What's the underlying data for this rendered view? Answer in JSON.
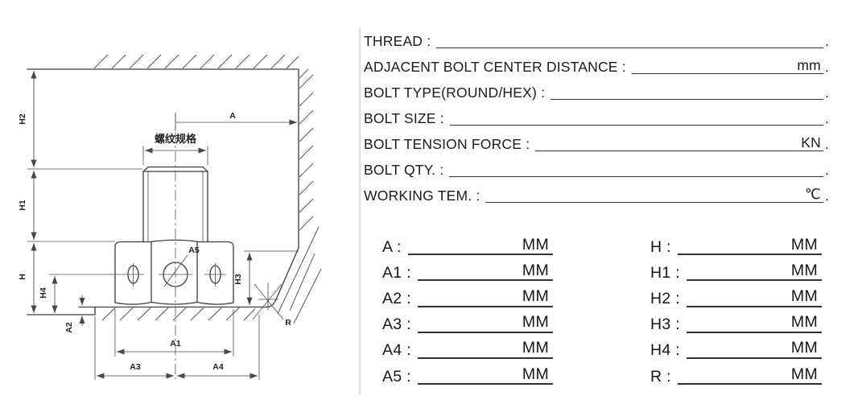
{
  "drawing": {
    "labels": {
      "h2": "H2",
      "h1": "H1",
      "h": "H",
      "h4": "H4",
      "a2": "A2",
      "a": "A",
      "thread_spec": "螺纹规格",
      "a5": "A5",
      "h3": "H3",
      "r": "R",
      "a1": "A1",
      "a3": "A3",
      "a4": "A4"
    }
  },
  "form": {
    "rows": [
      {
        "label": "THREAD :",
        "unit": "",
        "suffix": "."
      },
      {
        "label": "ADJACENT BOLT CENTER DISTANCE :",
        "unit": "mm",
        "suffix": "."
      },
      {
        "label": "BOLT TYPE(ROUND/HEX) :",
        "unit": "",
        "suffix": "."
      },
      {
        "label": "BOLT SIZE :",
        "unit": "",
        "suffix": "."
      },
      {
        "label": "BOLT TENSION FORCE :",
        "unit": "KN",
        "suffix": "."
      },
      {
        "label": "BOLT QTY. :",
        "unit": "",
        "suffix": "."
      },
      {
        "label": "WORKING TEM. :",
        "unit": "℃",
        "suffix": "."
      }
    ]
  },
  "dimension_table": {
    "left_column": [
      {
        "label": "A :",
        "unit": "MM"
      },
      {
        "label": "A1 :",
        "unit": "MM"
      },
      {
        "label": "A2 :",
        "unit": "MM"
      },
      {
        "label": "A3 :",
        "unit": "MM"
      },
      {
        "label": "A4 :",
        "unit": "MM"
      },
      {
        "label": "A5 :",
        "unit": "MM"
      }
    ],
    "right_column": [
      {
        "label": "H :",
        "unit": "MM"
      },
      {
        "label": "H1 :",
        "unit": "MM"
      },
      {
        "label": "H2 :",
        "unit": "MM"
      },
      {
        "label": "H3 :",
        "unit": "MM"
      },
      {
        "label": "H4 :",
        "unit": "MM"
      },
      {
        "label": "R :",
        "unit": "MM"
      }
    ]
  }
}
